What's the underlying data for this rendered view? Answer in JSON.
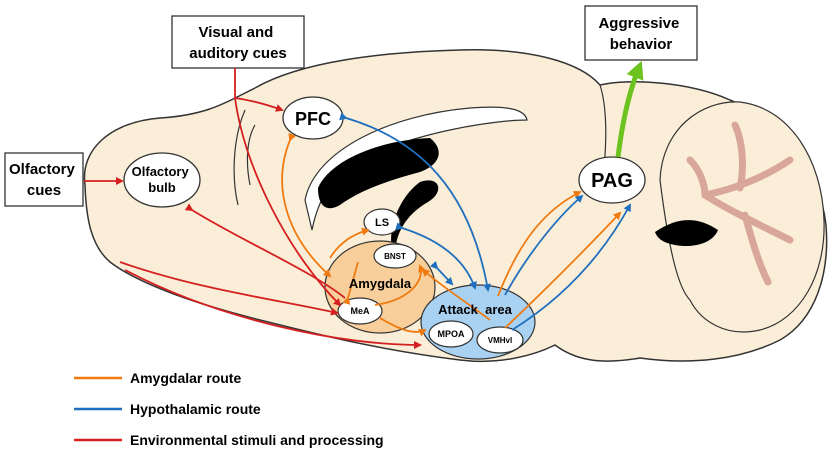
{
  "boxes": {
    "visual": [
      "Visual and",
      "auditory cues"
    ],
    "olfactory": [
      "Olfactory",
      "cues"
    ],
    "aggressive": [
      "Aggressive",
      "behavior"
    ]
  },
  "regions": {
    "pfc": "PFC",
    "olfactory_bulb": [
      "Olfactory",
      "bulb"
    ],
    "ls": "LS",
    "bnst": "BNST",
    "amygdala": "Amygdala",
    "mea": "MeA",
    "attack_area": "Attack  area",
    "mpoa": "MPOA",
    "vmhvl": "VMHvl",
    "pag": "PAG"
  },
  "legend": [
    {
      "label": "Amygdalar route",
      "color": "#f07a10"
    },
    {
      "label": "Hypothalamic route",
      "color": "#1f6fbf"
    },
    {
      "label": "Environmental stimuli and processing",
      "color": "#d42020"
    }
  ],
  "colors": {
    "brain_fill": "#fbeed8",
    "amygdala_fill": "#f8cf9b",
    "attack_fill": "#a9d2f2",
    "output_arrow": "#6cc21e"
  }
}
